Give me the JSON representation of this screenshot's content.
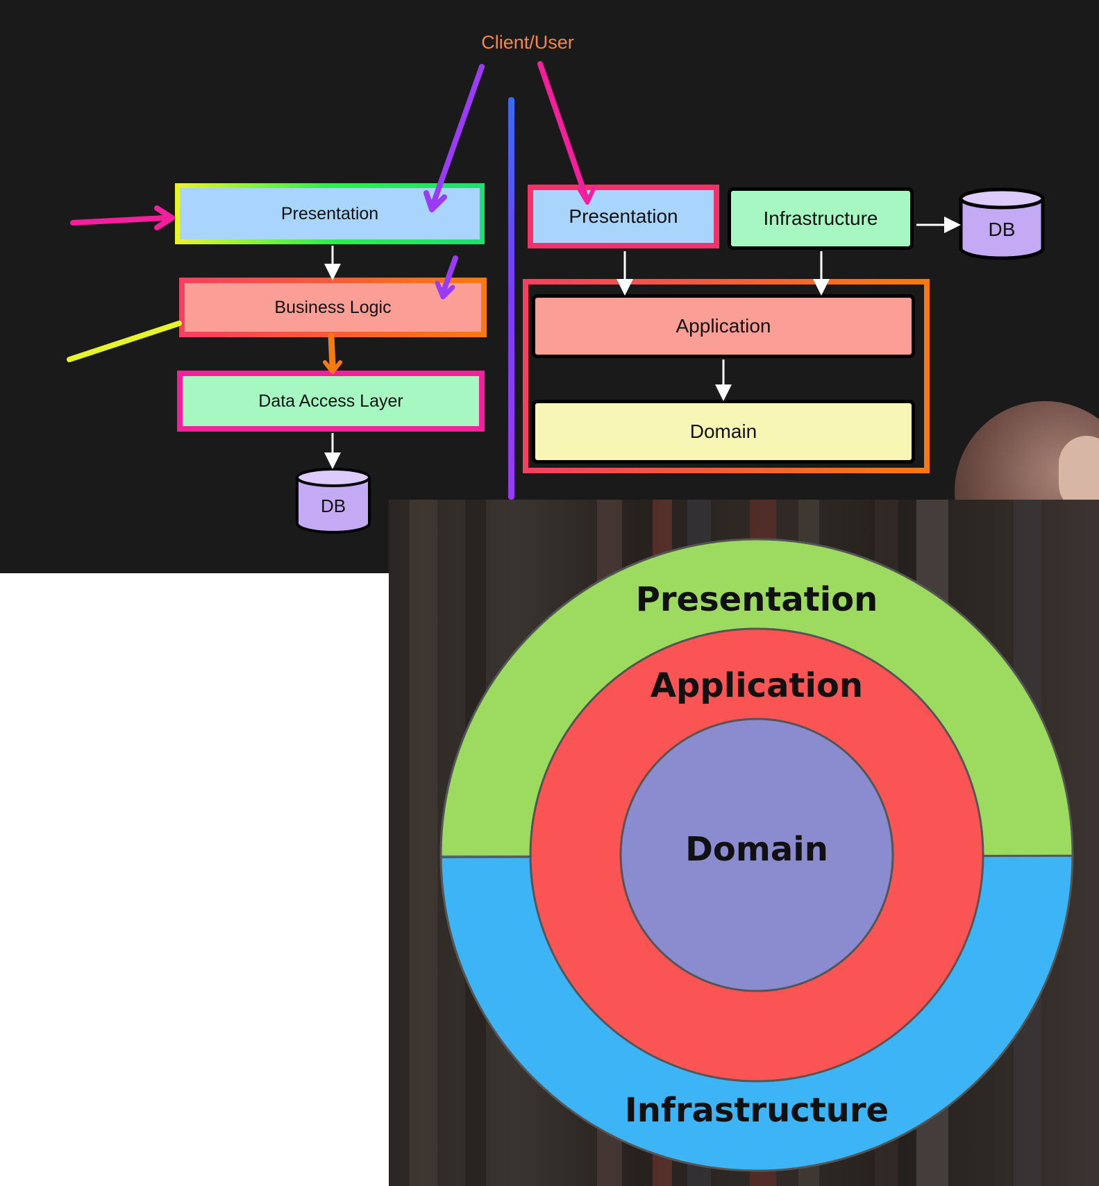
{
  "client_label": "Client/User",
  "left_stack": {
    "presentation": "Presentation",
    "business_logic": "Business Logic",
    "data_access": "Data Access Layer",
    "db": "DB"
  },
  "right_stack": {
    "presentation": "Presentation",
    "infrastructure": "Infrastructure",
    "db": "DB",
    "application": "Application",
    "domain": "Domain"
  },
  "onion": {
    "outer_top": "Presentation",
    "middle": "Application",
    "core": "Domain",
    "outer_bottom": "Infrastructure"
  },
  "colors": {
    "background_dark": "#1a1a1a",
    "presentation_fill": "#a9d4fb",
    "business_fill": "#fb9e96",
    "data_access_fill": "#a6f7c2",
    "application_fill": "#fb9e96",
    "domain_fill": "#f8f6b4",
    "infrastructure_fill": "#a6f7c2",
    "db_fill": "#c4a9f5",
    "onion_green": "#9cdb5f",
    "onion_red": "#fb5454",
    "onion_purple": "#8b8bcf",
    "onion_blue": "#3cb4f6",
    "annotation_pink": "#f51e9c",
    "annotation_purple": "#9a3cf5",
    "annotation_yellow": "#e6f52a",
    "annotation_orange": "#f77a10",
    "divider_blue": "#5a4cf2"
  }
}
